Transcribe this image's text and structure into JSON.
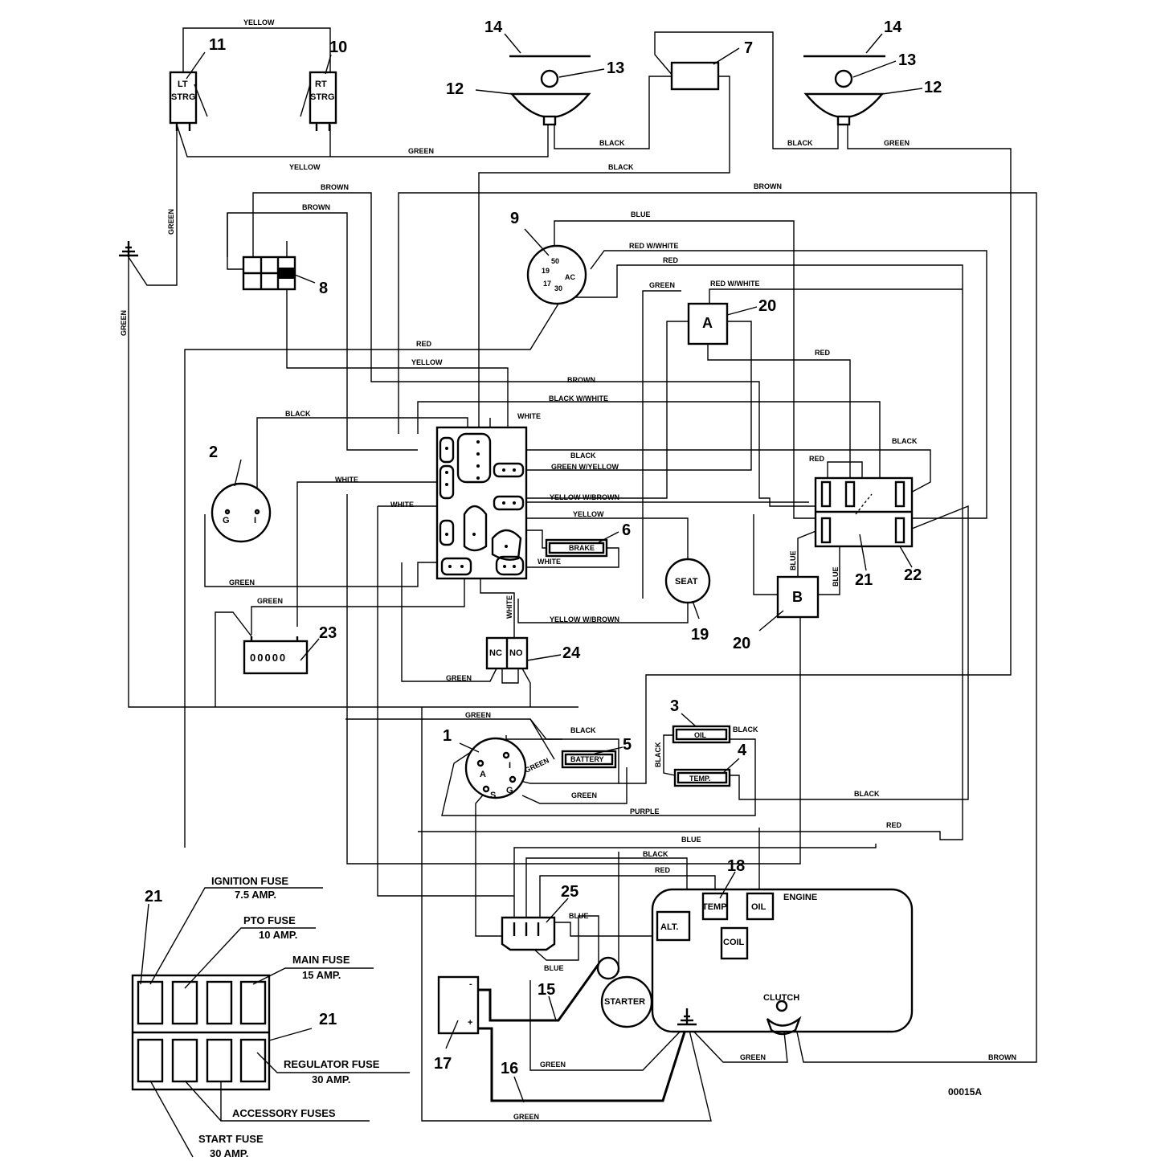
{
  "wire_labels": {
    "yellow_top": "YELLOW",
    "green_top": "GREEN",
    "black_7": "BLACK",
    "black_lamp_r": "BLACK",
    "green_lamp_r": "GREEN",
    "yellow_8": "YELLOW",
    "black_long": "BLACK",
    "brown_1": "BROWN",
    "brown_2": "BROWN",
    "brown_long": "BROWN",
    "green_vert_1": "GREEN",
    "green_vert_2": "GREEN",
    "blue_9": "BLUE",
    "red_white_9": "RED W/WHITE",
    "red_9": "RED",
    "green_20": "GREEN",
    "red_white_20": "RED W/WHITE",
    "red_mid": "RED",
    "yellow_mid": "YELLOW",
    "red_21": "RED",
    "brown_mid": "BROWN",
    "black_white": "BLACK W/WHITE",
    "black_2": "BLACK",
    "white_1": "WHITE",
    "black_22": "BLACK",
    "red_22": "RED",
    "black_mid": "BLACK",
    "green_white": "GREEN W/YELLOW",
    "white_2": "WHITE",
    "yellow_brown": "YELLOW W/BROWN",
    "white_3": "WHITE",
    "yellow_seat": "YELLOW",
    "blue_b1": "BLUE",
    "blue_b2": "BLUE",
    "white_brake": "WHITE",
    "green_2": "GREEN",
    "white_vert": "WHITE",
    "green_23": "GREEN",
    "yellow_brown_24": "YELLOW W/BROWN",
    "green_24": "GREEN",
    "green_1": "GREEN",
    "black_5": "BLACK",
    "black_oil": "BLACK",
    "green_sw": "GREEN",
    "black_vert": "BLACK",
    "black_temp": "BLACK",
    "green_low": "GREEN",
    "black_low": "BLACK",
    "purple": "PURPLE",
    "red_low": "RED",
    "blue_low": "BLUE",
    "black_eng": "BLACK",
    "red_eng": "RED",
    "blue_25": "BLUE",
    "blue_25b": "BLUE",
    "green_gnd": "GREEN",
    "green_clutch": "GREEN",
    "brown_clutch": "BROWN",
    "green_bottom": "GREEN"
  },
  "components": {
    "lt_strg": [
      "LT",
      "STRG"
    ],
    "rt_strg": [
      "RT",
      "STRG"
    ],
    "switch9": {
      "t50": "50",
      "t19": "19",
      "t17": "17",
      "t30": "30",
      "tac": "AC"
    },
    "relay_a": "A",
    "relay_b": "B",
    "switch2": {
      "g": "G",
      "i": "I"
    },
    "brake": "BRAKE",
    "seat": "SEAT",
    "hourmeter": "00000",
    "nc": "NC",
    "no": "NO",
    "key1": {
      "a": "A",
      "i": "I",
      "g": "G",
      "s": "S"
    },
    "battery_light": "BATTERY",
    "oil_light": "OIL",
    "temp_light": "TEMP.",
    "engine": "ENGINE",
    "temp_sender": "TEMP",
    "oil_sender": "OIL",
    "alt": "ALT.",
    "coil": "COIL",
    "starter": "STARTER",
    "clutch": "CLUTCH",
    "batt_neg": "-",
    "batt_pos": "+"
  },
  "callouts": {
    "n1": "1",
    "n2": "2",
    "n3": "3",
    "n4": "4",
    "n5": "5",
    "n6": "6",
    "n7": "7",
    "n8": "8",
    "n9": "9",
    "n10": "10",
    "n11": "11",
    "n12a": "12",
    "n12b": "12",
    "n13a": "13",
    "n13b": "13",
    "n14a": "14",
    "n14b": "14",
    "n15": "15",
    "n16": "16",
    "n17": "17",
    "n18": "18",
    "n19": "19",
    "n20a": "20",
    "n20b": "20",
    "n21a": "21",
    "n22": "22",
    "n23": "23",
    "n24": "24",
    "n25": "25",
    "n21b": "21",
    "n21c": "21"
  },
  "fuse_legend": {
    "ignition": "IGNITION FUSE",
    "ignition_amp": "7.5 AMP.",
    "pto": "PTO FUSE",
    "pto_amp": "10 AMP.",
    "main": "MAIN FUSE",
    "main_amp": "15 AMP.",
    "regulator": "REGULATOR FUSE",
    "regulator_amp": "30 AMP.",
    "accessory": "ACCESSORY FUSES",
    "start": "START FUSE",
    "start_amp": "30 AMP."
  },
  "drawing_number": "00015A"
}
